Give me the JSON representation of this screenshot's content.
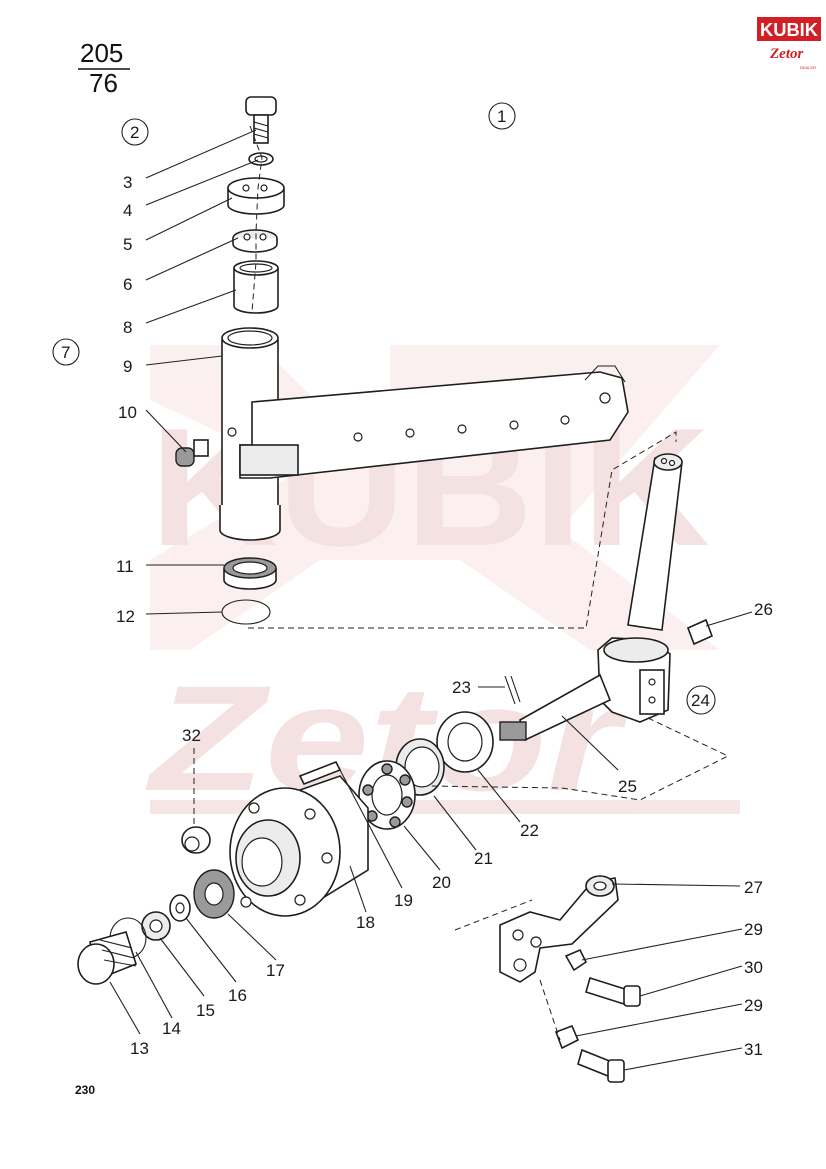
{
  "sheet_ref": {
    "top": "205",
    "bottom": "76"
  },
  "page_number": "230",
  "logo": {
    "brand": "KUBIK",
    "sub": "Zetor",
    "tag": "DEALER",
    "red": "#d21f26"
  },
  "watermark": {
    "brand": "KUBIK",
    "sub": "Zetor"
  },
  "group_markers": [
    "1",
    "2",
    "7",
    "24"
  ],
  "callouts": [
    "3",
    "4",
    "5",
    "6",
    "8",
    "9",
    "10",
    "11",
    "12",
    "13",
    "14",
    "15",
    "16",
    "17",
    "18",
    "19",
    "20",
    "21",
    "22",
    "23",
    "25",
    "26",
    "27",
    "29",
    "30",
    "29",
    "31",
    "32"
  ]
}
